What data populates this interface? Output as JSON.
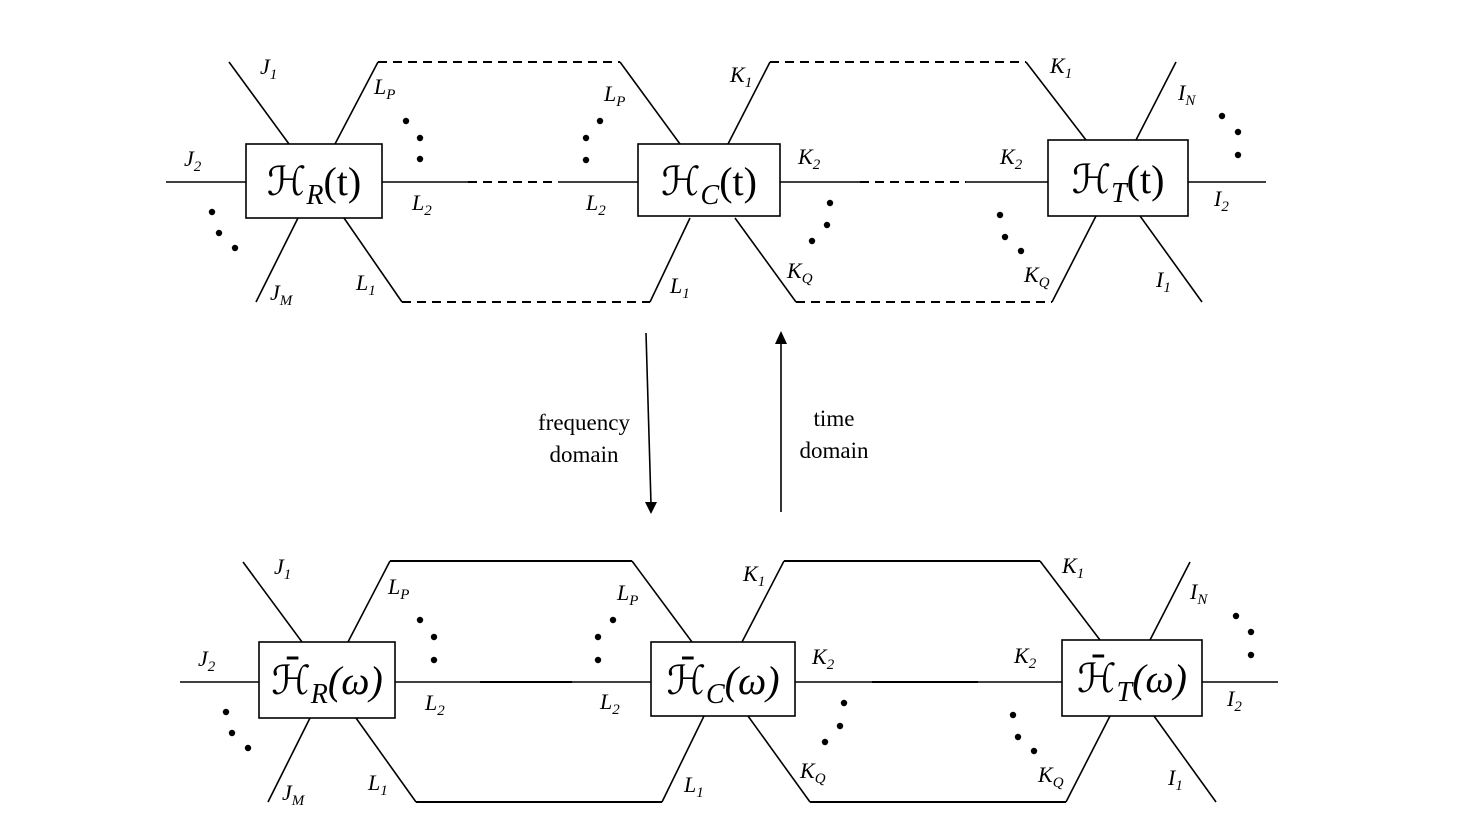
{
  "top": {
    "blocks": [
      {
        "id": "R",
        "main": "ℋ",
        "sub": "R",
        "arg": "(t)"
      },
      {
        "id": "C",
        "main": "ℋ",
        "sub": "C",
        "arg": "(t)"
      },
      {
        "id": "T",
        "main": "ℋ",
        "sub": "T",
        "arg": "(t)"
      }
    ]
  },
  "bottom": {
    "blocks": [
      {
        "id": "R",
        "main": "ℋ̄",
        "sub": "R",
        "arg": "(ω)"
      },
      {
        "id": "C",
        "main": "ℋ̄",
        "sub": "C",
        "arg": "(ω)"
      },
      {
        "id": "T",
        "main": "ℋ̄",
        "sub": "T",
        "arg": "(ω)"
      }
    ]
  },
  "ports": {
    "J1": {
      "base": "J",
      "sub": "1"
    },
    "J2": {
      "base": "J",
      "sub": "2"
    },
    "JM": {
      "base": "J",
      "sub": "M"
    },
    "LP": {
      "base": "L",
      "sub": "P"
    },
    "L2": {
      "base": "L",
      "sub": "2"
    },
    "L1": {
      "base": "L",
      "sub": "1"
    },
    "K1": {
      "base": "K",
      "sub": "1"
    },
    "K2": {
      "base": "K",
      "sub": "2"
    },
    "KQ": {
      "base": "K",
      "sub": "Q"
    },
    "IN": {
      "base": "I",
      "sub": "N"
    },
    "I2": {
      "base": "I",
      "sub": "2"
    },
    "I1": {
      "base": "I",
      "sub": "1"
    }
  },
  "arrows": {
    "down": {
      "line1": "frequency",
      "line2": "domain"
    },
    "up": {
      "line1": "time",
      "line2": "domain"
    }
  }
}
